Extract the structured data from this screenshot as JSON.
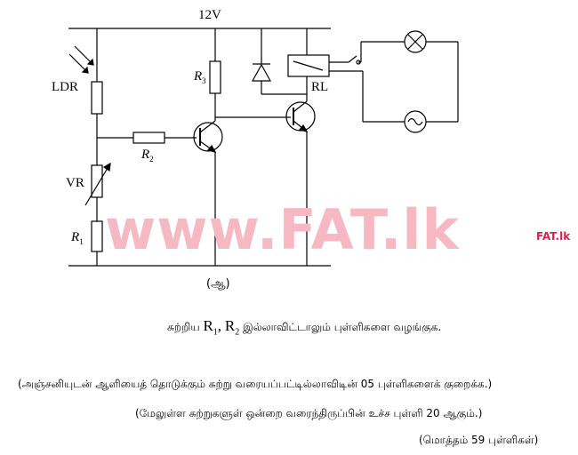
{
  "diagram": {
    "supply_label": "12V",
    "ldr_label": "LDR",
    "vr_label": "VR",
    "r1_label": "R",
    "r1_sub": "1",
    "r2_label": "R",
    "r2_sub": "2",
    "r3_label": "R",
    "r3_sub": "3",
    "relay_label": "RL",
    "caption": "(ஆ)"
  },
  "watermark": {
    "main": "www.FAT.lk",
    "small": "FAT.lk",
    "color": "#f6b9c4"
  },
  "notes": {
    "line1_prefix": "சுற்றிய",
    "line1_r1": "R",
    "line1_r1_sub": "1",
    "line1_sep": ",",
    "line1_r2": "R",
    "line1_r2_sub": "2",
    "line1_suffix": "இல்லாவிட்டாலும் புள்ளிகளை வழங்குக.",
    "line2": "(அஞ்சனியுடன் ஆளியைத் தொடுக்கும் சுற்று வரையப்பட்டில்லாவிடின் 05 புள்ளிகளைக் குறைக்க.)",
    "line3": "(மேலுள்ள சுற்றுகளுள் ஒன்றை வரைந்திருப்பின் உச்ச புள்ளி 20 ஆகும்.)",
    "line4": "(மொத்தம் 59 புள்ளிகள்)"
  }
}
